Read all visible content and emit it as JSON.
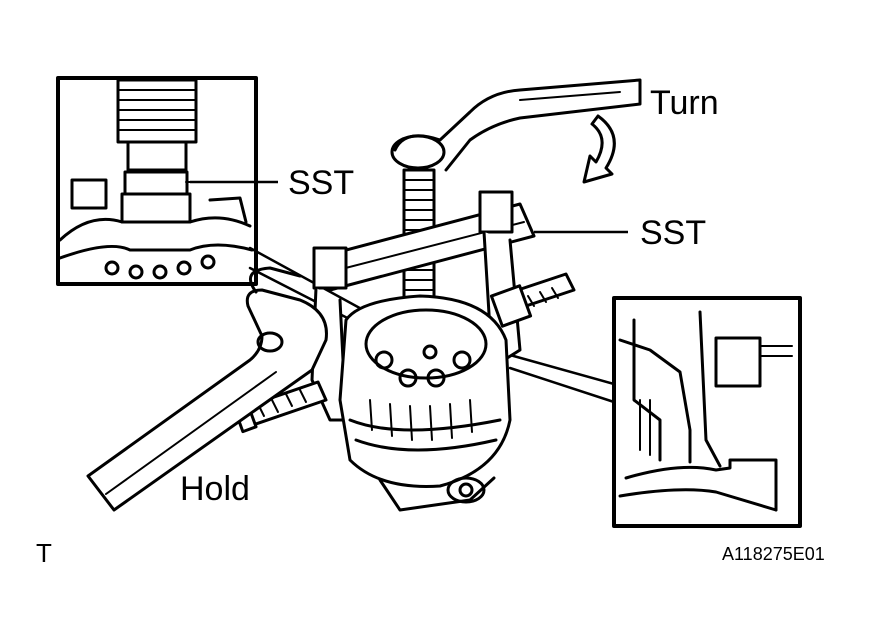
{
  "labels": {
    "turn": "Turn",
    "sst_top": "SST",
    "sst_right": "SST",
    "hold": "Hold",
    "corner_mark": "T",
    "figure_code": "A118275E01"
  },
  "colors": {
    "line": "#000000",
    "background": "#ffffff"
  }
}
